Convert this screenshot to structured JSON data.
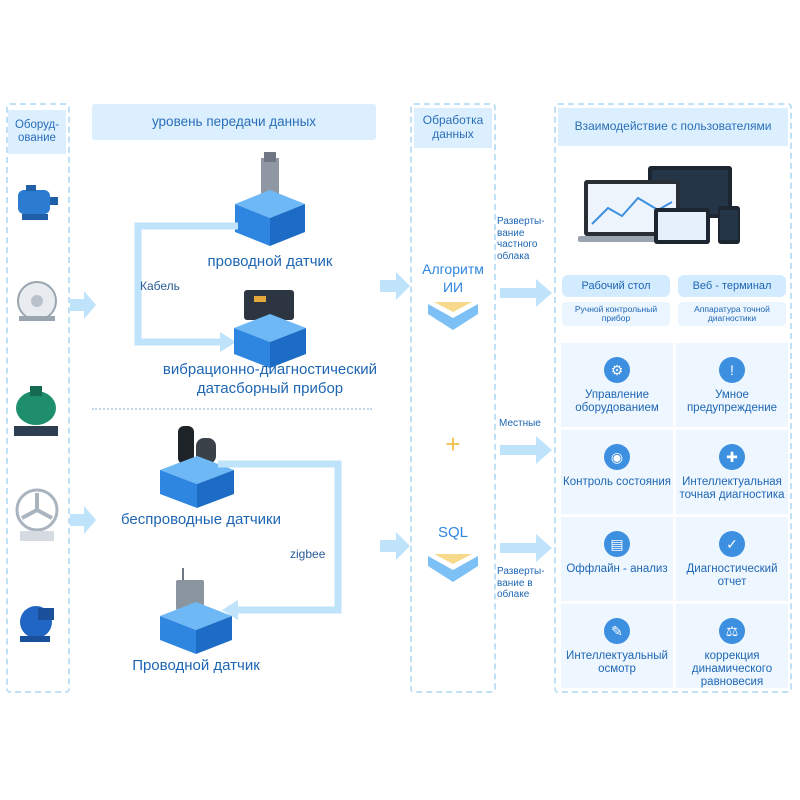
{
  "columns": {
    "equipment": "Оборуд-ование",
    "transmission": "уровень передачи данных",
    "processing": "Обработка данных",
    "interaction": "Взаимодействие с пользователями"
  },
  "transmission": {
    "wired_sensor_top": "проводной датчик",
    "cable_label": "Кабель",
    "vib_device_line1": "вибрационно-диагностический",
    "vib_device_line2": "датасборный прибор",
    "wireless_sensors": "беспроводные датчики",
    "zigbee_label": "zigbee",
    "wired_sensor_bottom": "Проводной датчик"
  },
  "processing": {
    "algorithm_line1": "Алгоритм",
    "algorithm_line2": "ИИ",
    "plus": "+",
    "sql": "SQL"
  },
  "deployment": {
    "private_cloud": "Разверты-вание частного облака",
    "local": "Местные",
    "cloud": "Разверты-вание в облаке"
  },
  "interaction": {
    "desktop": "Рабочий стол",
    "desktop_sub": "Ручной контрольный прибор",
    "web": "Веб - терминал",
    "web_sub": "Аппаратура точной диагностики",
    "features": [
      {
        "icon": "gear-icon",
        "glyph": "⚙",
        "label": "Управление оборудованием"
      },
      {
        "icon": "alarm-icon",
        "glyph": "!",
        "label": "Умное предупреждение"
      },
      {
        "icon": "monitor-icon",
        "glyph": "◉",
        "label": "Контроль состояния"
      },
      {
        "icon": "diagnosis-icon",
        "glyph": "✚",
        "label": "Интеллектуальная точная диагностика"
      },
      {
        "icon": "analysis-icon",
        "glyph": "▤",
        "label": "Оффлайн - анализ"
      },
      {
        "icon": "report-icon",
        "glyph": "✓",
        "label": "Диагностический отчет"
      },
      {
        "icon": "inspection-icon",
        "glyph": "✎",
        "label": "Интеллектуальный осмотр"
      },
      {
        "icon": "balance-icon",
        "glyph": "⚖",
        "label": "коррекция динамического равновесия"
      }
    ]
  },
  "colors": {
    "accent": "#2f86e0",
    "arrow": "#bfe3fb",
    "panel": "#dcefff"
  }
}
